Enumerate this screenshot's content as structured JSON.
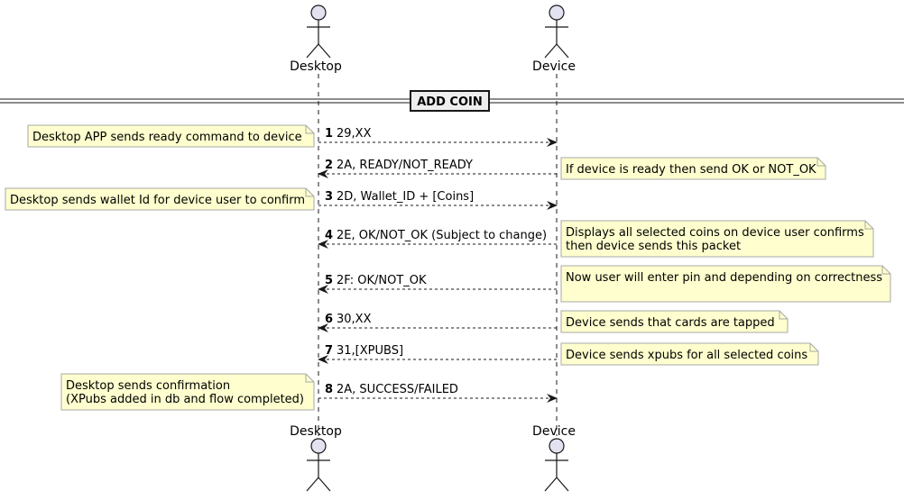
{
  "participants": [
    {
      "name": "Desktop"
    },
    {
      "name": "Device"
    }
  ],
  "divider": {
    "label": "ADD COIN"
  },
  "messages": [
    {
      "number": "1",
      "label": "29,XX",
      "from": "Desktop",
      "to": "Device"
    },
    {
      "number": "2",
      "label": "2A, READY/NOT_READY",
      "from": "Device",
      "to": "Desktop"
    },
    {
      "number": "3",
      "label": "2D, Wallet_ID + [Coins]",
      "from": "Desktop",
      "to": "Device"
    },
    {
      "number": "4",
      "label": "2E, OK/NOT_OK (Subject to change)",
      "from": "Device",
      "to": "Desktop"
    },
    {
      "number": "5",
      "label": "2F: OK/NOT_OK",
      "from": "Device",
      "to": "Desktop"
    },
    {
      "number": "6",
      "label": "30,XX",
      "from": "Device",
      "to": "Desktop"
    },
    {
      "number": "7",
      "label": "31,[XPUBS]",
      "from": "Device",
      "to": "Desktop"
    },
    {
      "number": "8",
      "label": "2A, SUCCESS/FAILED",
      "from": "Desktop",
      "to": "Device"
    }
  ],
  "notes": [
    {
      "side": "left",
      "message": "1",
      "lines": [
        "Desktop APP sends ready command to device"
      ]
    },
    {
      "side": "right",
      "message": "2",
      "lines": [
        "If device is ready then send OK or NOT_OK"
      ]
    },
    {
      "side": "left",
      "message": "3",
      "lines": [
        "Desktop sends wallet Id for device user to confirm"
      ]
    },
    {
      "side": "right",
      "message": "4",
      "lines": [
        "Displays all selected coins on device user confirms",
        "then device sends this packet"
      ]
    },
    {
      "side": "right",
      "message": "5",
      "lines": [
        "Now user will enter pin and depending on correctness",
        ""
      ]
    },
    {
      "side": "right",
      "message": "6",
      "lines": [
        "Device sends that cards are tapped"
      ]
    },
    {
      "side": "right",
      "message": "7",
      "lines": [
        "Device sends xpubs for all selected coins"
      ]
    },
    {
      "side": "left",
      "message": "8",
      "lines": [
        "Desktop sends confirmation",
        "(XPubs added in db and flow completed)"
      ]
    }
  ],
  "colors": {
    "actor_fill": "#E2E2F0",
    "note_fill": "#FEFECE",
    "note_border": "#A8A8A8",
    "line": "#181818",
    "lifeline": "#181818"
  }
}
